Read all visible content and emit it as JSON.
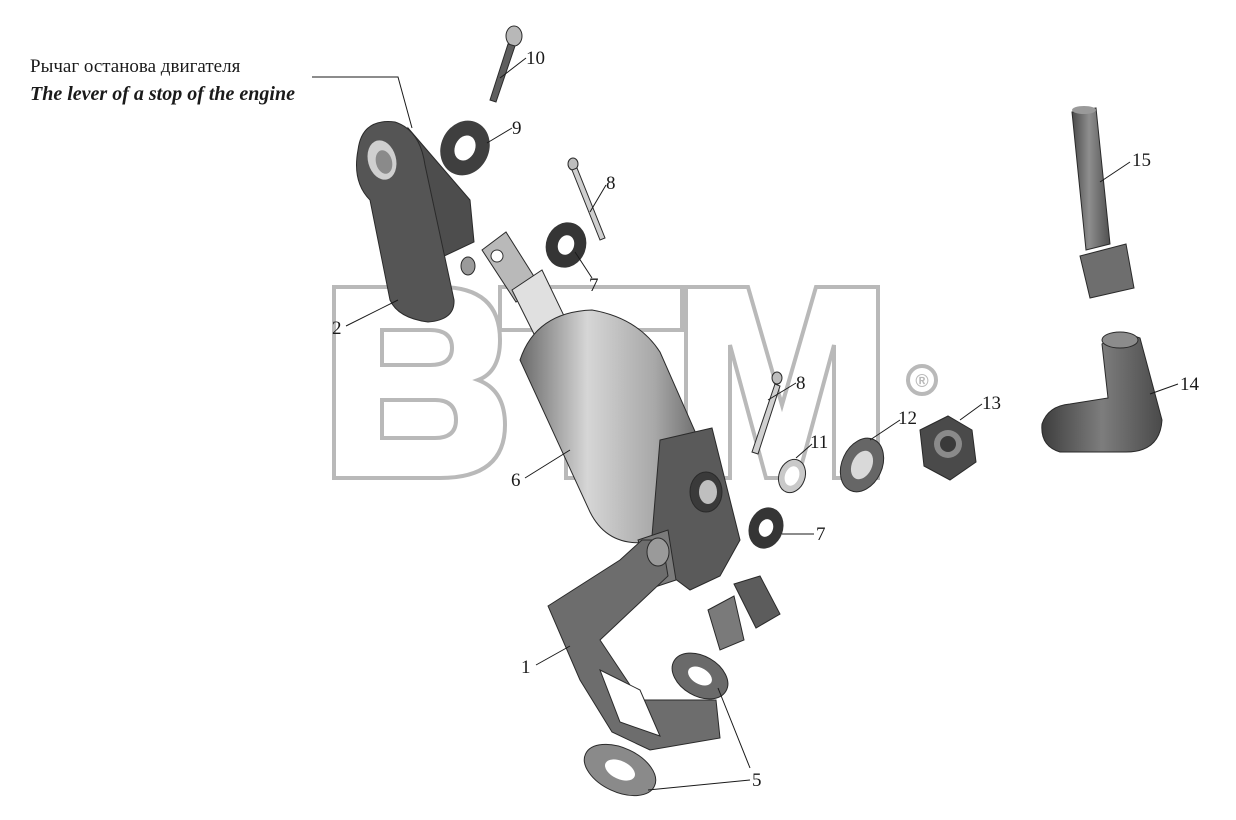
{
  "caption": {
    "ru": "Рычаг останова двигателя",
    "en": "The lever of a stop of the engine"
  },
  "watermark": {
    "text": "BTM",
    "registered_mark": "®",
    "color": "#b9b9b9"
  },
  "callouts": {
    "c1": "1",
    "c2": "2",
    "c5": "5",
    "c6": "6",
    "c7a": "7",
    "c7b": "7",
    "c8a": "8",
    "c8b": "8",
    "c9": "9",
    "c10": "10",
    "c11": "11",
    "c12": "12",
    "c13": "13",
    "c14": "14",
    "c15": "15"
  },
  "colors": {
    "part_dark": "#5a5a5a",
    "part_mid": "#8a8a8a",
    "part_light": "#c8c8c8",
    "line": "#1a1a1a"
  }
}
